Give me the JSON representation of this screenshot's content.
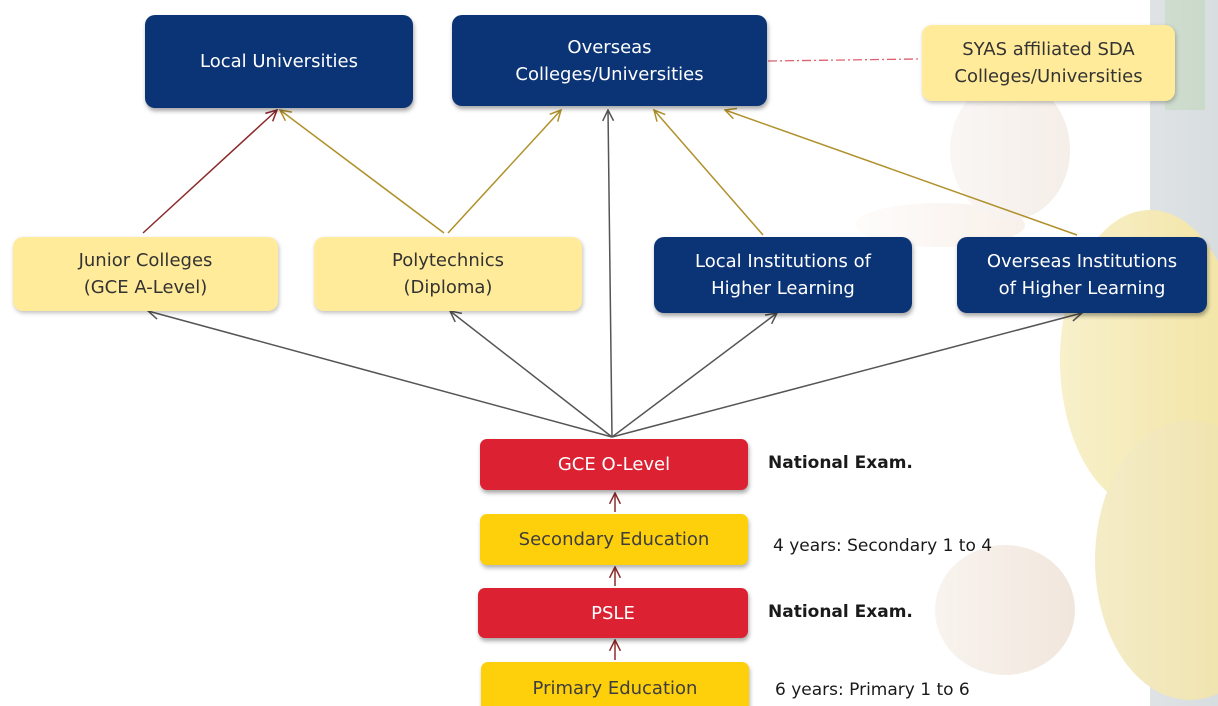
{
  "diagram": {
    "nodes": {
      "local_universities": {
        "label": "Local Universities"
      },
      "overseas_universities": {
        "line1": "Overseas",
        "line2": "Colleges/Universities"
      },
      "syas_affiliated": {
        "line1": "SYAS affiliated SDA",
        "line2": "Colleges/Universities"
      },
      "junior_colleges": {
        "line1": "Junior Colleges",
        "line2": "(GCE A-Level)"
      },
      "polytechnics": {
        "line1": "Polytechnics",
        "line2": "(Diploma)"
      },
      "local_institutions": {
        "line1": "Local Institutions of",
        "line2": "Higher Learning"
      },
      "overseas_institutions": {
        "line1": "Overseas Institutions",
        "line2": "of Higher Learning"
      },
      "gce_o_level": {
        "label": "GCE O-Level"
      },
      "secondary_education": {
        "label": "Secondary Education"
      },
      "psle": {
        "label": "PSLE"
      },
      "primary_education": {
        "label": "Primary Education"
      }
    },
    "annotations": {
      "o_level_note": "National Exam.",
      "secondary_note": "4 years: Secondary 1 to 4",
      "psle_note": "National Exam.",
      "primary_note": "6 years: Primary 1 to 6"
    },
    "colors": {
      "navy": "#0b3476",
      "cream": "#ffeb99",
      "red": "#dc2232",
      "yellow": "#fecf0b",
      "arrow_gray": "#555555",
      "arrow_olive": "#b0902a",
      "arrow_maroon": "#8b2a2a",
      "link_dashed": "#e06070"
    }
  }
}
